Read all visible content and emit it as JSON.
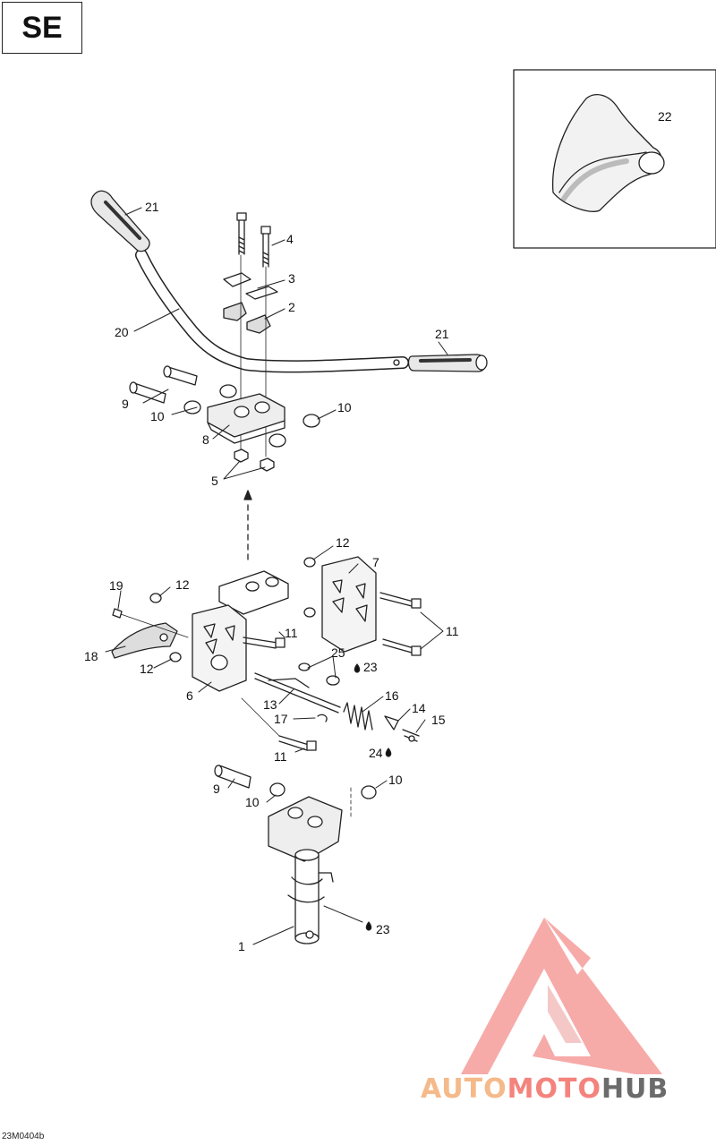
{
  "header": {
    "section_label": "SE"
  },
  "footer": {
    "figure_code": "23M0404b"
  },
  "watermark": {
    "word_1": "AUTO",
    "word_2": "MOTO",
    "word_3": "HUB",
    "color_1": "#f5b98a",
    "color_2": "#f4837d",
    "color_3": "#6b6b6b"
  },
  "callouts": {
    "c1": "1",
    "c2": "2",
    "c3": "3",
    "c4": "4",
    "c5": "5",
    "c6": "6",
    "c7": "7",
    "c8": "8",
    "c9a": "9",
    "c9b": "9",
    "c10a": "10",
    "c10b": "10",
    "c10c": "10",
    "c10d": "10",
    "c11a": "11",
    "c11b": "11",
    "c11c": "11",
    "c12a": "12",
    "c12b": "12",
    "c12c": "12",
    "c13": "13",
    "c14": "14",
    "c15": "15",
    "c16": "16",
    "c17": "17",
    "c18": "18",
    "c19": "19",
    "c20": "20",
    "c21a": "21",
    "c21b": "21",
    "c22": "22",
    "c23a": "23",
    "c23b": "23",
    "c24": "24",
    "c25": "25"
  }
}
